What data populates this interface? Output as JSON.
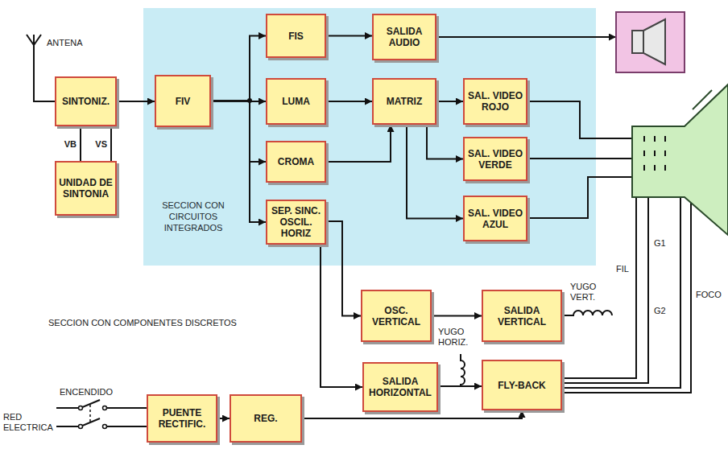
{
  "diagram": {
    "nodes": [
      {
        "text": [
          "SECCION CON CIRCUITOS INTEGRADOS"
        ]
      },
      {
        "text": [
          "SINTONIZ."
        ]
      },
      {
        "text": [
          "UNIDAD DE SINTONIA"
        ]
      },
      {
        "text": [
          "FIV"
        ],
        "in": 0
      },
      {
        "text": [
          "FIS"
        ],
        "in": 0
      },
      {
        "text": [
          "SALIDA AUDIO"
        ],
        "in": 0
      },
      {
        "text": [
          "LUMA"
        ],
        "in": 0
      },
      {
        "text": [
          "MATRIZ"
        ],
        "in": 0
      },
      {
        "text": [
          "SAL. VIDEO ROJO"
        ],
        "in": 0
      },
      {
        "text": [
          "CROMA"
        ],
        "in": 0
      },
      {
        "text": [
          "SAL. VIDEO VERDE"
        ],
        "in": 0
      },
      {
        "text": [
          "SEP. SINC. OSCIL. HORIZ"
        ],
        "in": 0
      },
      {
        "text": [
          "SAL. VIDEO AZUL"
        ],
        "in": 0
      },
      {
        "text": [
          "OSC. VERTICAL"
        ]
      },
      {
        "text": [
          "SALIDA VERTICAL"
        ]
      },
      {
        "text": [
          "SALIDA HORIZONTAL"
        ]
      },
      {
        "text": [
          "FLY-BACK"
        ]
      },
      {
        "text": [
          "PUENTE RECTIFIC."
        ]
      },
      {
        "text": [
          "REG."
        ]
      }
    ],
    "edges": [
      {
        "from": 1,
        "to": 3,
        "arrow": "to"
      },
      {
        "from": 1,
        "to": 2,
        "label": "VB",
        "arrow": "none"
      },
      {
        "from": 1,
        "to": 2,
        "label": "VS",
        "arrow": "none"
      },
      {
        "from": 3,
        "to": 4,
        "arrow": "to"
      },
      {
        "from": 3,
        "to": 6,
        "arrow": "to"
      },
      {
        "from": 3,
        "to": 9,
        "arrow": "to"
      },
      {
        "from": 3,
        "to": 11,
        "arrow": "to"
      },
      {
        "from": 4,
        "to": 5,
        "arrow": "to"
      },
      {
        "from": 6,
        "to": 7,
        "arrow": "to"
      },
      {
        "from": 9,
        "to": 7,
        "arrow": "to"
      },
      {
        "from": 7,
        "to": 8,
        "arrow": "to"
      },
      {
        "from": 7,
        "to": 10,
        "arrow": "to"
      },
      {
        "from": 7,
        "to": 12,
        "arrow": "to"
      },
      {
        "from": 11,
        "to": 13,
        "arrow": "to"
      },
      {
        "from": 11,
        "to": 15,
        "arrow": "to"
      },
      {
        "from": 13,
        "to": 14,
        "arrow": "to"
      },
      {
        "from": 15,
        "to": 16,
        "arrow": "to"
      },
      {
        "from": 17,
        "to": 18,
        "arrow": "to"
      },
      {
        "from": 18,
        "to": 16,
        "arrow": "to"
      }
    ],
    "labels": [
      "ANTENA",
      "SECCION CON COMPONENTES DISCRETOS",
      "YUGO VERT.",
      "YUGO HORIZ.",
      "ENCENDIDO",
      "RED ELECTRICA",
      "FIL",
      "G1",
      "G2",
      "FOCO"
    ]
  }
}
